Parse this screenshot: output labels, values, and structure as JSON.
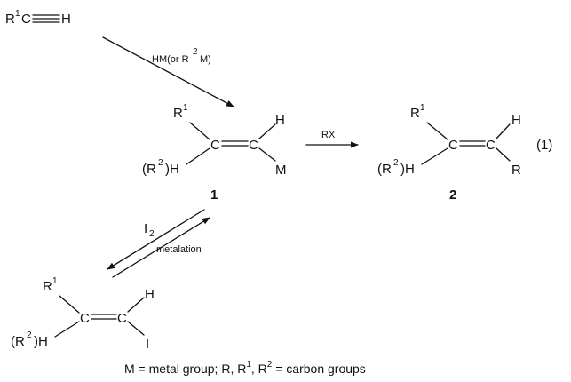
{
  "start": {
    "r1": "R",
    "r1_sup": "1",
    "ch": "C",
    "h": "H"
  },
  "reagents": {
    "step1_main": "HM(or R",
    "step1_sup": "2",
    "step1_tail": "M)",
    "rx": "RX",
    "i2": "I",
    "i2_sub": "2",
    "metalation": "metalation"
  },
  "compound1": {
    "r1": "R",
    "r1_sup": "1",
    "left_pre": "(R",
    "left_sup": "2",
    "left_post": ")H",
    "c": "C",
    "c2": "C",
    "top_right": "H",
    "bottom_right": "M",
    "number": "1"
  },
  "compound2": {
    "r1": "R",
    "r1_sup": "1",
    "left_pre": "(R",
    "left_sup": "2",
    "left_post": ")H",
    "c": "C",
    "c2": "C",
    "top_right": "H",
    "bottom_right": "R",
    "number": "2",
    "eq_label": "(1)"
  },
  "iodide": {
    "r1": "R",
    "r1_sup": "1",
    "left_pre": "(R",
    "left_sup": "2",
    "left_post": ")H",
    "c": "C",
    "c2": "C",
    "top_right": "H",
    "bottom_right": "I"
  },
  "caption": {
    "a": "M = metal group; R, R",
    "a_sup": "1",
    "b": ", R",
    "b_sup": "2",
    "c": " = carbon groups"
  }
}
